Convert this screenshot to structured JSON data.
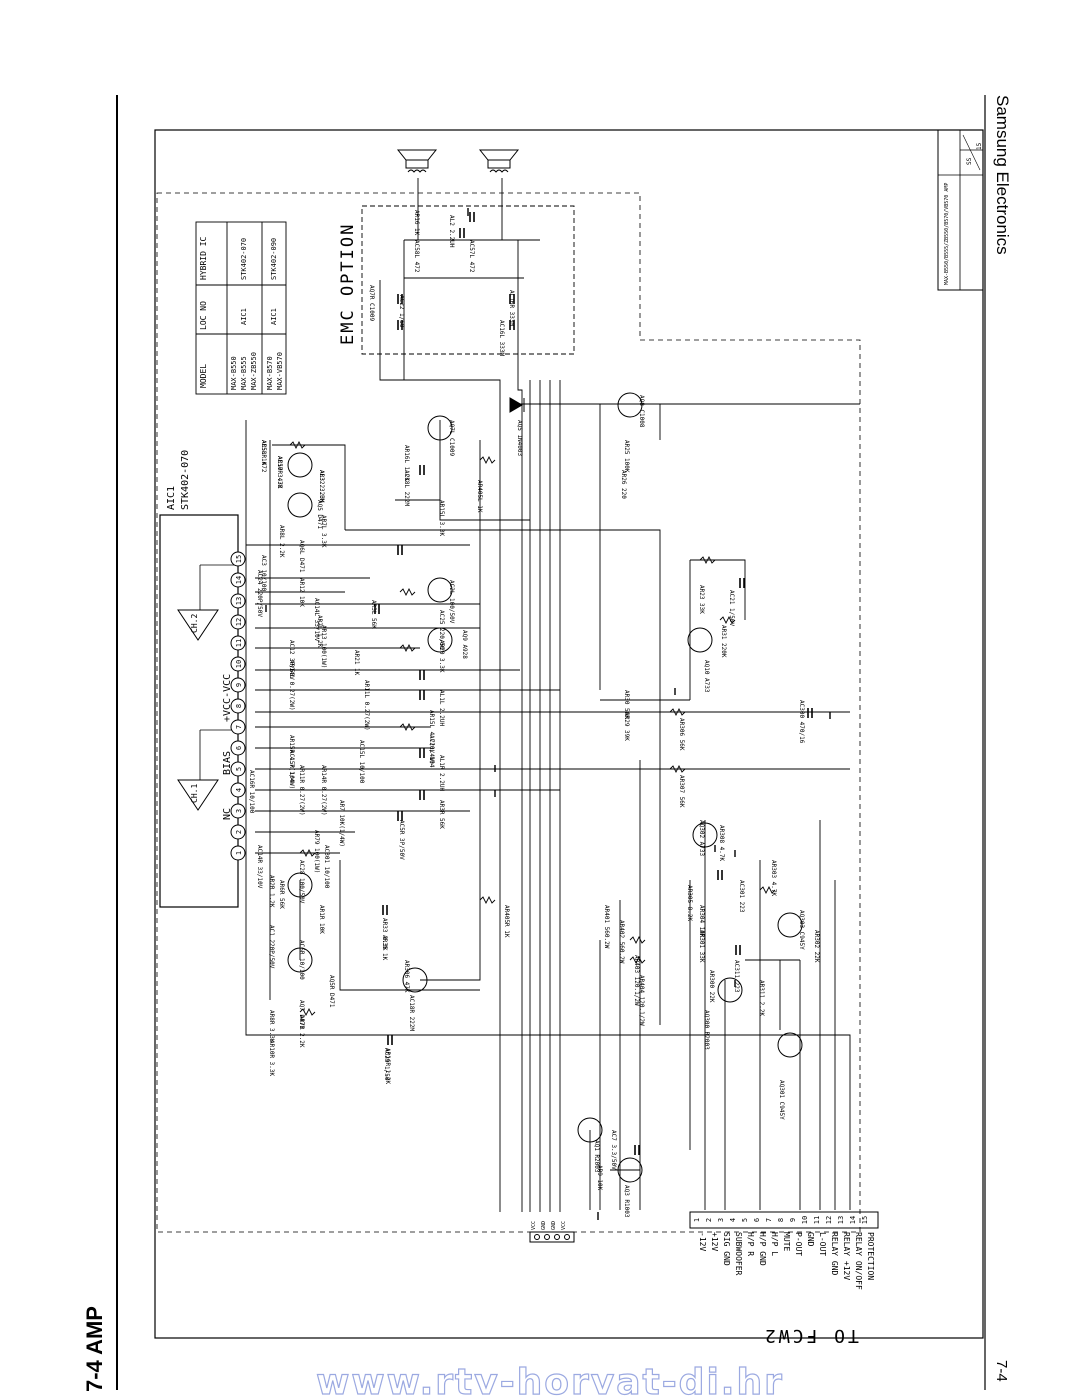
{
  "page": {
    "section_title": "7-4  AMP",
    "brand": "Samsung Electronics",
    "page_number": "7-4",
    "watermark": "www.rtv-horvat-di.hr",
    "title_block": "MAX-B550/B555/ZB550/B570/VB570  AMP",
    "title_block_sheet": "SS",
    "title_block_rev": "15"
  },
  "model_table": {
    "headers": [
      "MODEL",
      "LOC NO",
      "HYBRID IC"
    ],
    "rows": [
      {
        "models": [
          "MAX-B550",
          "MAX-B555",
          "MAX-ZB550"
        ],
        "loc": "AIC1",
        "ic": "STK402-070"
      },
      {
        "models": [
          "MAX-B570",
          "MAX-VB570"
        ],
        "loc": "AIC1",
        "ic": "STK402-090"
      }
    ]
  },
  "labels": {
    "emc_option": "EMC OPTION",
    "ic_name": "AIC1",
    "ic_part": "STK402-070",
    "connector": "TO FCW2",
    "bias": "BIAS",
    "nc": "NC",
    "vcc": "+VCC-VCC",
    "ch1": "CH.1",
    "ch2": "CH.2"
  },
  "connector_pins": [
    {
      "n": "1",
      "label": "-12V"
    },
    {
      "n": "2",
      "label": "+12V"
    },
    {
      "n": "3",
      "label": "SIG GND"
    },
    {
      "n": "4",
      "label": "SUBWOOFER"
    },
    {
      "n": "5",
      "label": "H/P R"
    },
    {
      "n": "6",
      "label": "H/P GND"
    },
    {
      "n": "7",
      "label": "H/P L"
    },
    {
      "n": "8",
      "label": "MUTE"
    },
    {
      "n": "9",
      "label": "P-OUT"
    },
    {
      "n": "10",
      "label": "GND"
    },
    {
      "n": "11",
      "label": "L-OUT"
    },
    {
      "n": "12",
      "label": "RELAY GND"
    },
    {
      "n": "13",
      "label": "RELAY +12V"
    },
    {
      "n": "14",
      "label": "RELAY ON/OFF"
    },
    {
      "n": "15",
      "label": "PROTECTION"
    }
  ],
  "ic_pins": [
    "1",
    "2",
    "3",
    "4",
    "5",
    "6",
    "7",
    "8",
    "9",
    "10",
    "11",
    "12",
    "13",
    "14",
    "15"
  ],
  "power_pins": [
    "+VCC",
    "GND",
    "-VCC",
    "GND"
  ],
  "components": [
    "AR5L 1K",
    "AR10 3.3K",
    "AR32 3.3K",
    "AQ5 D471",
    "AR8L 2.2K",
    "AR7L 3.3K",
    "AQ6L D471",
    "AQ7L C1009",
    "AR16L 1.2K",
    "AC18L 222M",
    "AR15L 3.3K",
    "AR405L 1K",
    "AQ5 1N4003",
    "AR25 100K",
    "AQ8 C1008",
    "AR26 220",
    "AR23 33K",
    "AC21 1/50V",
    "AR31 220K",
    "AQ10 A733",
    "AR30 56K",
    "AR29 39K",
    "AR306 56K",
    "AC300 470/16",
    "AR307 56K",
    "AQ302 A733",
    "AR308 4.7K",
    "AR303 4.7K",
    "AC301 223",
    "AR304 10K",
    "AR305 8.2K",
    "AQ303 C945Y",
    "AR302 22K",
    "AR301 33K",
    "AC311 223",
    "AR300 22K",
    "AQ300 R2003",
    "AR311 2.2K",
    "AQ301 C945Y",
    "AR401 560.2W",
    "AR402 560.2W",
    "AR403 120.1/2W",
    "AR404 120.1/2W",
    "AR405R 1K",
    "AQ1 R2003",
    "AC7 3.3/50V",
    "AR9 10K",
    "AQ3 R1003",
    "AC23 1/50",
    "AC24 220P/50V",
    "AC3 10/100",
    "AR12 10K",
    "AC14L 33/10V",
    "AR2L 1.2K",
    "AR3L 56K",
    "AC2L 100/50V",
    "AC25 220/50",
    "AR20 3.3K",
    "AQ9 A928",
    "AR21 1K",
    "AR13 100(1W)",
    "AC12 3P/50V",
    "AR14L 0.27(2W)",
    "AR11L 0.27(2W)",
    "AL1L 2.2UH",
    "AR15L 4.7(1/4W)",
    "AC15L 10/100",
    "AC20L 104",
    "AL1R 2.2UH",
    "AR15R 4.7(1/4W)",
    "AC15R 104",
    "AC16R 10/100",
    "AR11R 0.27(2W)",
    "AR14R 0.27(2W)",
    "AR7 10K(1/4W)",
    "AR3R 56K",
    "AC5R 3P/50V",
    "AR79 100(1W)",
    "AC301 10/100",
    "AC28 100/50V",
    "AC14R 33/10V",
    "AR2R 1.2K",
    "AR6R 56K",
    "AC1 220P/50V",
    "AR1R 10K",
    "AC6R 10/100",
    "AQ5R D471",
    "AR7R 2.2K",
    "AR8R 3.3K",
    "AQ7 D471",
    "AR33 3.3K",
    "AR35 1K",
    "AR306 47K",
    "AC18R 222M",
    "AR16R 1.2K",
    "AR10R 3.3K",
    "AQ7R C1009",
    "AC22 1/50",
    "AR16 1K",
    "AL2 2.2UH",
    "AC58L 472",
    "AC57L 472",
    "AC16L 333M",
    "AC16R 333M",
    "AC58R 472",
    "AC57R 472",
    "AL3 2.2UH"
  ],
  "power_connector": [
    "VCC",
    "GND",
    "GND",
    "VCC"
  ]
}
